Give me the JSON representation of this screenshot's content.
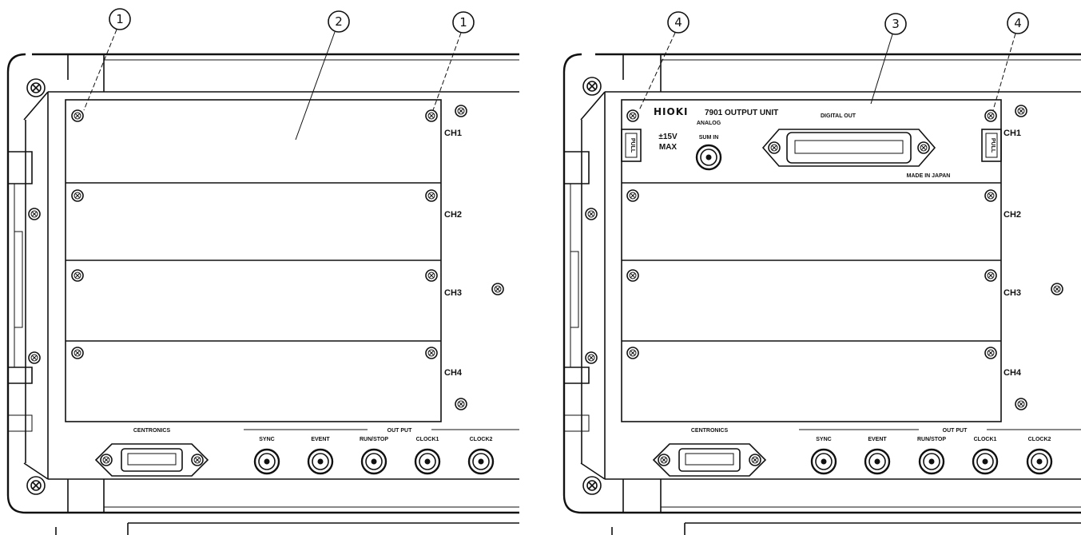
{
  "left_panel": {
    "callouts": [
      "1",
      "2",
      "1"
    ],
    "channels": [
      "CH1",
      "CH2",
      "CH3",
      "CH4"
    ],
    "centronics_label": "CENTRONICS",
    "output_label": "OUT PUT",
    "outputs": [
      "SYNC",
      "EVENT",
      "RUN/STOP",
      "CLOCK1",
      "CLOCK2"
    ]
  },
  "right_panel": {
    "callouts": [
      "4",
      "3",
      "4"
    ],
    "channels": [
      "CH1",
      "CH2",
      "CH3",
      "CH4"
    ],
    "brand": "HIOKI",
    "unit_title": "7901 OUTPUT UNIT",
    "digital_out": "DIGITAL OUT",
    "analog": "ANALOG",
    "sum_in": "SUM IN",
    "voltage": "±15V",
    "max": "MAX",
    "pull_left": "PULL",
    "pull_right": "PULL",
    "made_in": "MADE IN JAPAN",
    "centronics_label": "CENTRONICS",
    "output_label": "OUT PUT",
    "outputs": [
      "SYNC",
      "EVENT",
      "RUN/STOP",
      "CLOCK1",
      "CLOCK2"
    ]
  }
}
